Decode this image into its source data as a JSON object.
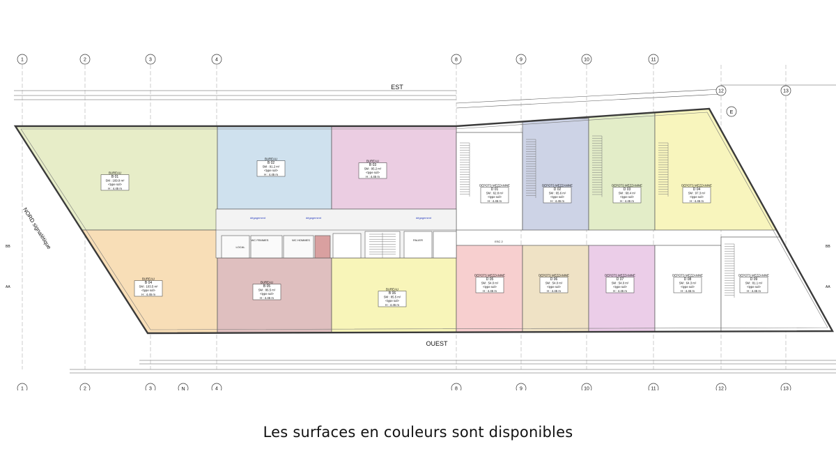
{
  "caption": "Les surfaces en couleurs sont disponibles",
  "orientation": {
    "east": "EST",
    "west": "OUEST",
    "north": "NORD signalétique",
    "north_marker": "N",
    "east_marker": "E"
  },
  "gridlines": {
    "top": [
      "1",
      "2",
      "3",
      "4",
      "8",
      "9",
      "10",
      "11",
      "12",
      "13"
    ],
    "bottom": [
      "1",
      "2",
      "3",
      "4",
      "8",
      "9",
      "10",
      "11",
      "12",
      "13"
    ],
    "side_markers": [
      "BB",
      "AA",
      "BB",
      "AA"
    ]
  },
  "rooms": [
    {
      "type": "BUREAU",
      "id": "B 01",
      "sm": "SM : 169.9 m²",
      "sol": "<type sol>",
      "h": "H : 4.45 m",
      "color": "#e7edc8",
      "available": true
    },
    {
      "type": "BUREAU",
      "id": "B 02",
      "sm": "SM : 91.2 m²",
      "sol": "<type sol>",
      "h": "H : 4.45 m",
      "color": "#cfe1ee",
      "available": true
    },
    {
      "type": "BUREAU",
      "id": "B 03",
      "sm": "SM : 95.2 m²",
      "sol": "<type sol>",
      "h": "H : 4.45 m",
      "color": "#ebcde2",
      "available": true
    },
    {
      "type": "BUREAU",
      "id": "B 04",
      "sm": "SM : 103.5 m²",
      "sol": "<type sol>",
      "h": "H : 4.45 m",
      "color": "#f8deb7",
      "available": true
    },
    {
      "type": "BUREAU",
      "id": "B 05",
      "sm": "SM : 86.5 m²",
      "sol": "<type sol>",
      "h": "H : 4.45 m",
      "color": "#dfbfbf",
      "available": true
    },
    {
      "type": "BUREAU",
      "id": "B 06",
      "sm": "SM : 85.5 m²",
      "sol": "<type sol>",
      "h": "H : 4.45 m",
      "color": "#f8f5b9",
      "available": true
    },
    {
      "type": "DEPOTS MEZZANINE",
      "id": "D 01",
      "sm": "SM : 62.8 m²",
      "sol": "<type sol>",
      "h": "H : 4.45 m",
      "color": "#ffffff",
      "available": false
    },
    {
      "type": "DEPOTS MEZZANINE",
      "id": "D 02",
      "sm": "SM : 65.6 m²",
      "sol": "<type sol>",
      "h": "H : 4.45 m",
      "color": "#cdd3e6",
      "available": true
    },
    {
      "type": "DEPOTS MEZZANINE",
      "id": "D 03",
      "sm": "SM : 68.4 m²",
      "sol": "<type sol>",
      "h": "H : 4.45 m",
      "color": "#e3edc8",
      "available": true
    },
    {
      "type": "DEPOTS MEZZANINE",
      "id": "D 04",
      "sm": "SM : 97.3 m²",
      "sol": "<type sol>",
      "h": "H : 4.45 m",
      "color": "#f8f5bd",
      "available": true
    },
    {
      "type": "DEPOTS MEZZANINE",
      "id": "D 05",
      "sm": "SM : 54.0 m²",
      "sol": "<type sol>",
      "h": "H : 4.45 m",
      "color": "#f7cfcf",
      "available": true
    },
    {
      "type": "DEPOTS MEZZANINE",
      "id": "D 06",
      "sm": "SM : 54.0 m²",
      "sol": "<type sol>",
      "h": "H : 4.45 m",
      "color": "#efe2c5",
      "available": true
    },
    {
      "type": "DEPOTS MEZZANINE",
      "id": "D 07",
      "sm": "SM : 54.0 m²",
      "sol": "<type sol>",
      "h": "H : 4.45 m",
      "color": "#ebcde8",
      "available": true
    },
    {
      "type": "DEPOTS MEZZANINE",
      "id": "D 08",
      "sm": "SM : 64.3 m²",
      "sol": "<type sol>",
      "h": "H : 4.45 m",
      "color": "#ffffff",
      "available": false
    },
    {
      "type": "DEPOTS MEZZANINE",
      "id": "D 09",
      "sm": "SM : 81.1 m²",
      "sol": "<type sol>",
      "h": "H : 4.45 m",
      "color": "#ffffff",
      "available": false
    }
  ],
  "core_labels": {
    "wc_femmes": "WC FEMMES",
    "wc_hommes": "WC HOMMES",
    "local": "LOCAL",
    "palier": "PALIER",
    "esc": "ESC 2",
    "degagement": "dégagement"
  },
  "colors": {
    "wall": "#3a3a3a",
    "annotation": "#2a3fbf",
    "dimension": "#555555"
  }
}
